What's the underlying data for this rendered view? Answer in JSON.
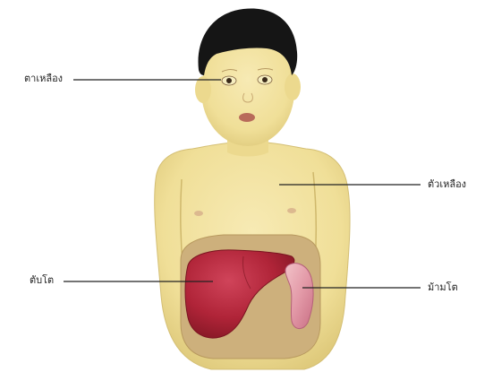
{
  "labels": {
    "yellow_eyes": "ตาเหลือง",
    "yellow_body": "ตัวเหลือง",
    "enlarged_liver": "ตับโต",
    "enlarged_spleen": "ม้ามโต"
  },
  "colors": {
    "skin": "#f3e3a0",
    "skin_shadow": "#e0cd82",
    "hair": "#151515",
    "abdomen_cavity": "#cdb07c",
    "liver": "#b4283a",
    "spleen": "#e7a9b3",
    "leader_line": "#222222"
  }
}
